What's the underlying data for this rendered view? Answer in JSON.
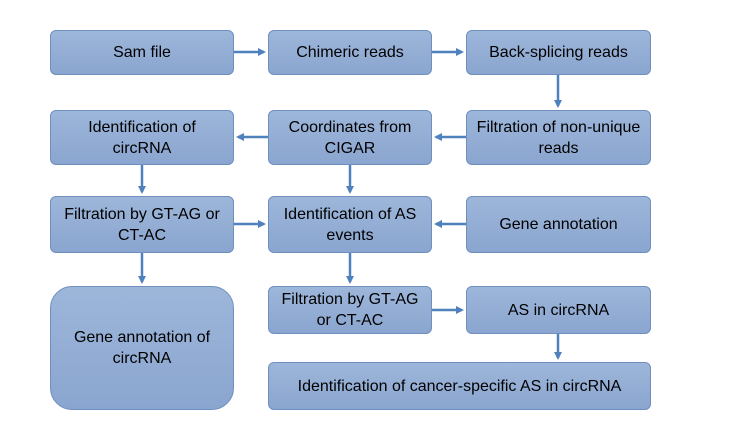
{
  "flow": {
    "sam_file": "Sam file",
    "chimeric_reads": "Chimeric reads",
    "back_splicing": "Back-splicing reads",
    "filtration_nonunique": "Filtration of non-unique reads",
    "coordinates_cigar": "Coordinates from CIGAR",
    "identification_circrna": "Identification of circRNA",
    "filtration_gt_ag_left": "Filtration by GT-AG or CT-AC",
    "identification_as_events": "Identification of AS events",
    "gene_annotation": "Gene annotation",
    "gene_annotation_circrna": "Gene annotation of circRNA",
    "filtration_gt_ag_mid": "Filtration by GT-AG or CT-AC",
    "as_in_circrna": "AS in circRNA",
    "cancer_specific_as": "Identification of cancer-specific AS in circRNA"
  },
  "colors": {
    "box_fill": "#94aed5",
    "box_border": "#6f8fbe",
    "arrow": "#4f81bd"
  }
}
